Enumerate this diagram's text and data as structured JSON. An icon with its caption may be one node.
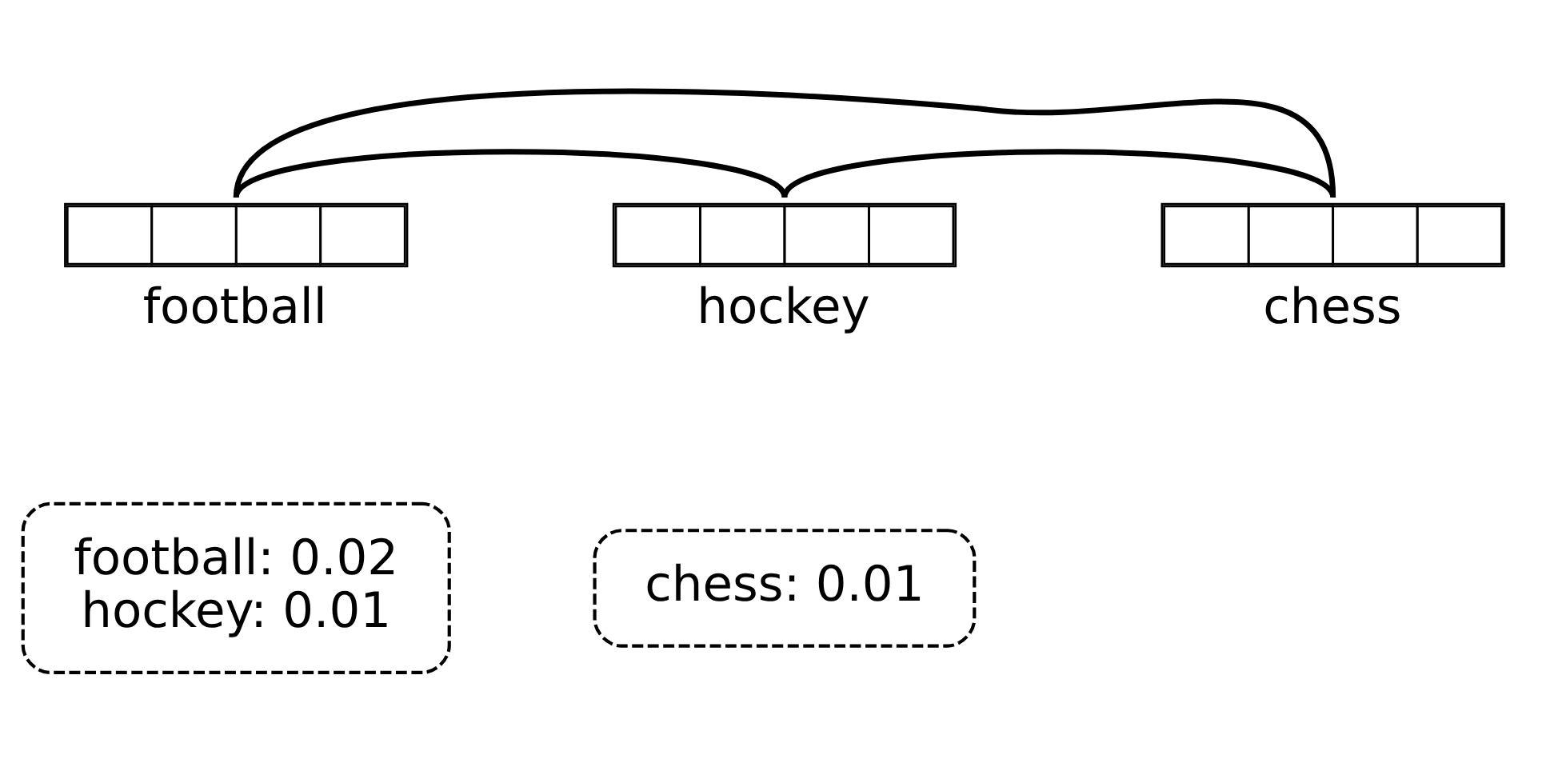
{
  "diagram": {
    "nodes": [
      {
        "text": [
          "football"
        ]
      },
      {
        "text": [
          "hockey"
        ]
      },
      {
        "text": [
          "chess"
        ]
      },
      {
        "text": [
          "football: 0.02",
          "hockey: 0.01"
        ]
      },
      {
        "text": [
          "chess: 0.01"
        ]
      }
    ],
    "edges": [
      {
        "from": 0,
        "to": 1,
        "arrow": "none"
      },
      {
        "from": 0,
        "to": 2,
        "arrow": "none"
      },
      {
        "from": 1,
        "to": 2,
        "arrow": "none"
      }
    ]
  }
}
